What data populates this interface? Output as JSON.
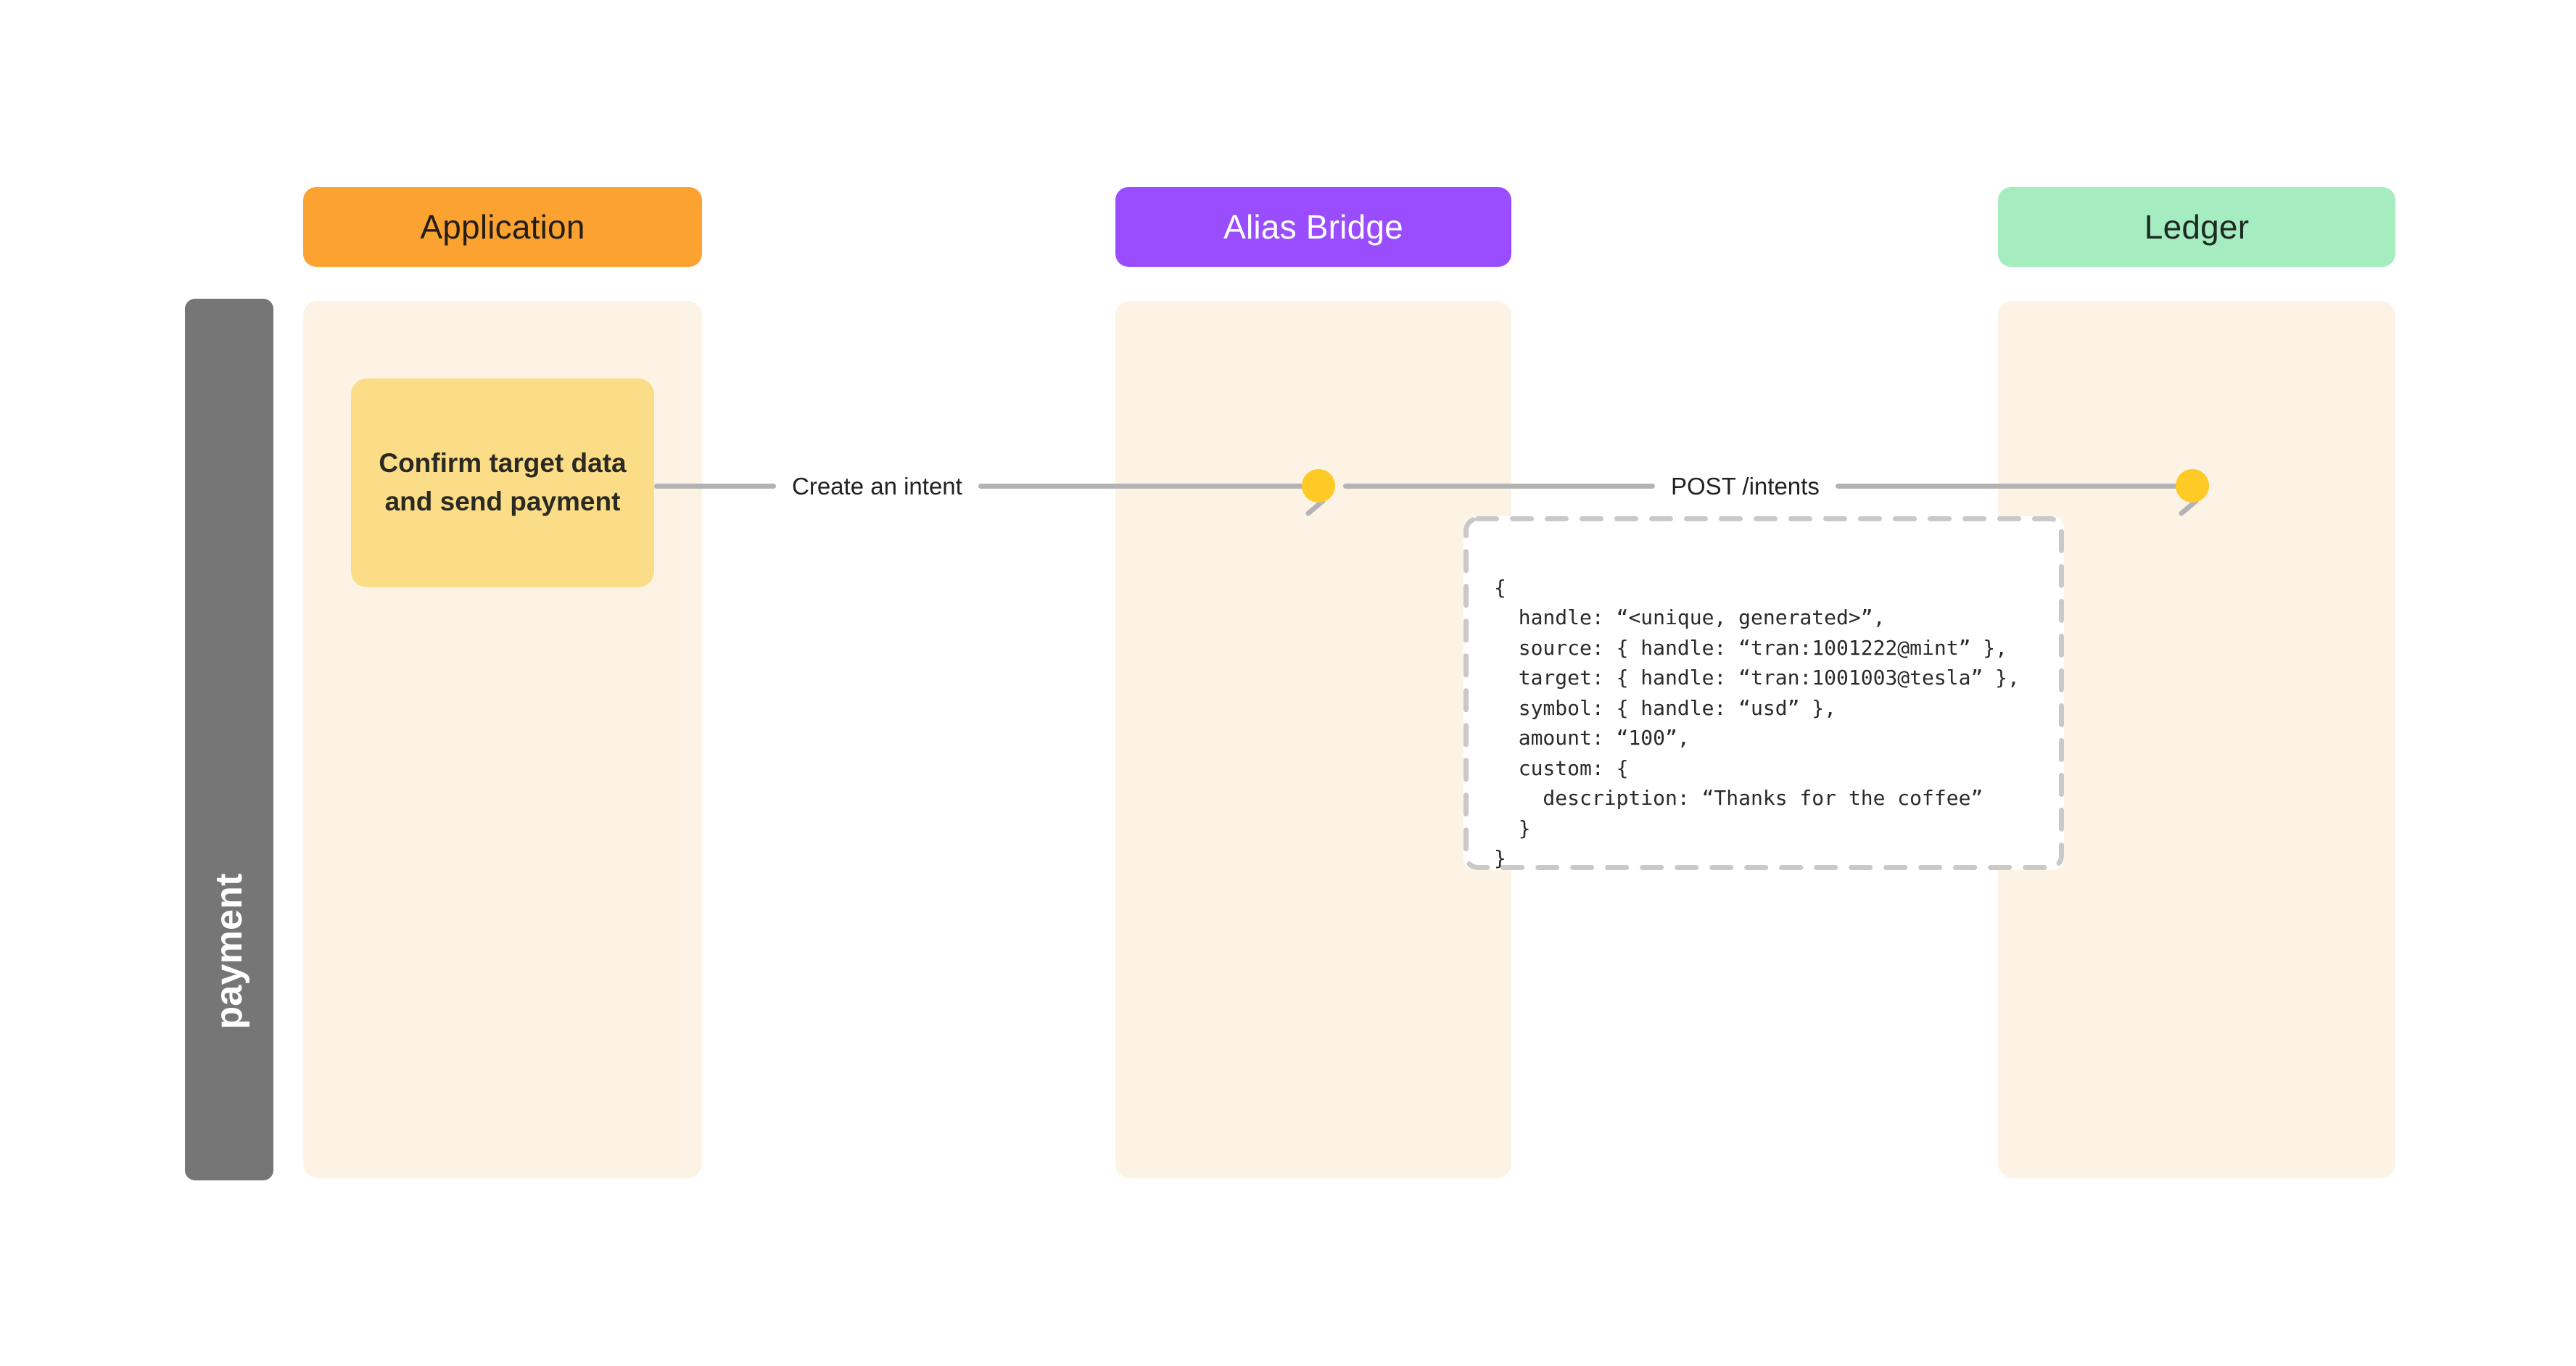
{
  "diagram": {
    "title": "payment",
    "phase": {
      "label": "payment",
      "color": "#767676"
    },
    "lanes": [
      {
        "id": "application",
        "label": "Application",
        "header_color": "#fba231",
        "header_text_color": "#231f16",
        "body_color": "#fdf3e4"
      },
      {
        "id": "alias-bridge",
        "label": "Alias Bridge",
        "header_color": "#9a4dff",
        "header_text_color": "#ffffff",
        "body_color": "#fdf3e4"
      },
      {
        "id": "ledger",
        "label": "Ledger",
        "header_color": "#a5edc0",
        "header_text_color": "#1d2a22",
        "body_color": "#fdf3e4"
      }
    ],
    "action_card": {
      "line1": "Confirm target data",
      "line2": "and send payment",
      "color": "#fbdd88"
    },
    "nodes": [
      {
        "id": "node-bridge",
        "lane": "alias-bridge",
        "color": "#ffc926"
      },
      {
        "id": "node-ledger",
        "lane": "ledger",
        "color": "#ffc926"
      }
    ],
    "connectors": [
      {
        "id": "create-intent",
        "label": "Create an intent",
        "from": "application",
        "to": "alias-bridge",
        "color": "#b3b3b3"
      },
      {
        "id": "post-intents",
        "label": "POST /intents",
        "from": "alias-bridge",
        "to": "ledger",
        "color": "#b3b3b3"
      }
    ],
    "payload": {
      "border_color": "#c9c9c9",
      "lines": [
        "{",
        "  handle: “<unique, generated>”,",
        "  source: { handle: “tran:1001222@mint” },",
        "  target: { handle: “tran:1001003@tesla” },",
        "  symbol: { handle: “usd” },",
        "  amount: “100”,",
        "  custom: {",
        "    description: “Thanks for the coffee”",
        "  }",
        "}"
      ],
      "fields": {
        "handle": "<unique, generated>",
        "source_handle": "tran:1001222@mint",
        "target_handle": "tran:1001003@tesla",
        "symbol_handle": "usd",
        "amount": "100",
        "custom_description": "Thanks for the coffee"
      }
    }
  }
}
